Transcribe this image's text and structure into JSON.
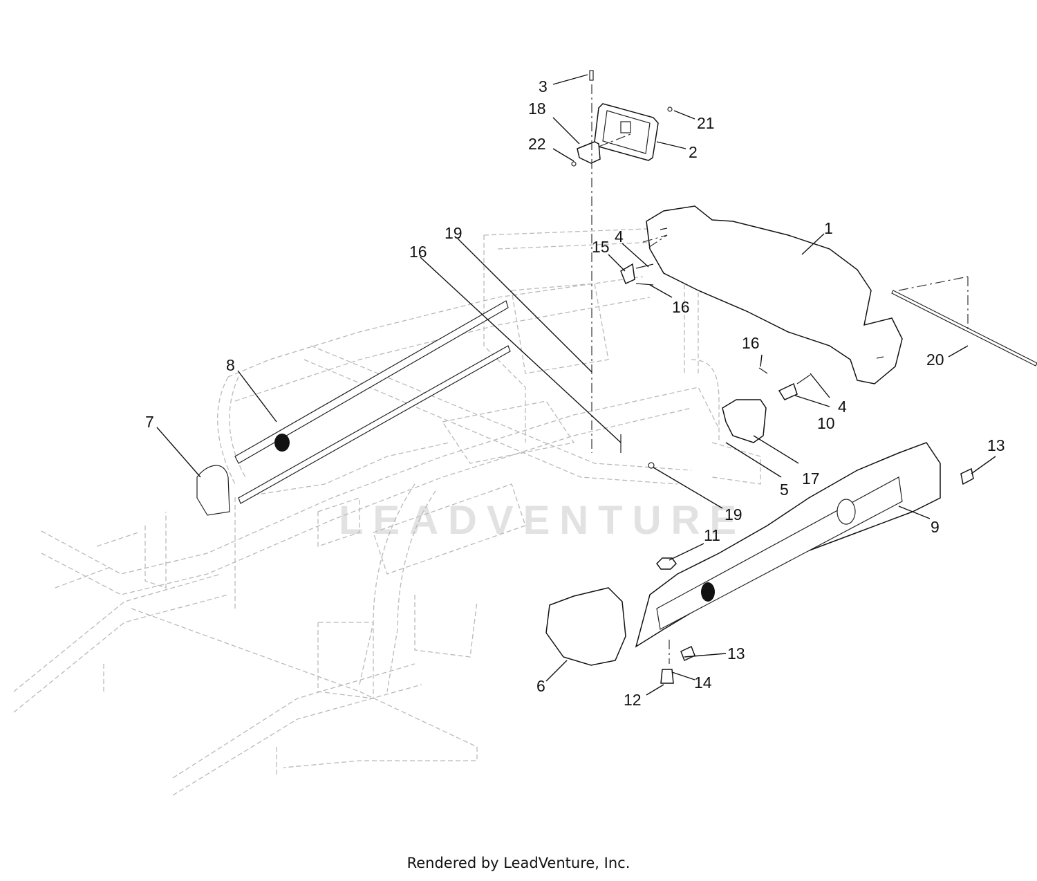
{
  "watermark": "LEADVENTURE",
  "credit": "Rendered by LeadVenture, Inc.",
  "callouts": [
    "1",
    "2",
    "3",
    "4",
    "4",
    "5",
    "6",
    "7",
    "8",
    "9",
    "10",
    "11",
    "12",
    "13",
    "13",
    "14",
    "15",
    "16",
    "16",
    "16",
    "17",
    "18",
    "19",
    "19",
    "20",
    "21",
    "22"
  ],
  "colors": {
    "ink": "#111111",
    "frame_ghost": "#b9b9b9",
    "watermark": "#e2e2e2"
  }
}
